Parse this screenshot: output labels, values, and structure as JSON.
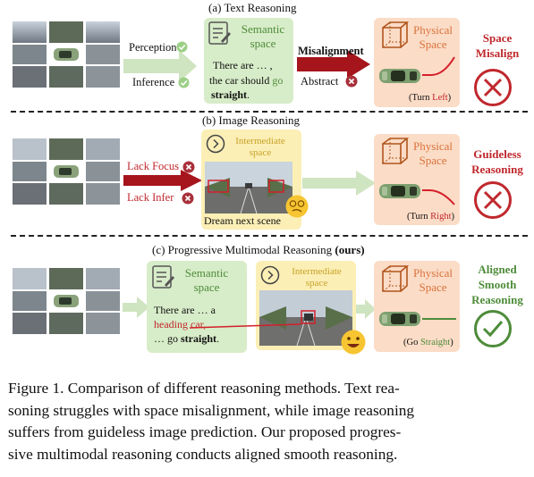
{
  "row_a": {
    "title": "(a) Text Reasoning",
    "perception": "Perception",
    "inference": "Inference",
    "semantic_title_1": "Semantic",
    "semantic_title_2": "space",
    "semantic_text_1": "There are … ,",
    "semantic_text_2a": "the car should ",
    "semantic_text_2b": "go",
    "semantic_text_3": "straight",
    "semantic_text_3b": ".",
    "misalignment": "Misalignment",
    "abstract": "Abstract",
    "physical_title_1": "Physical",
    "physical_title_2": "Space",
    "turn_label_a": "(Turn ",
    "turn_label_b": "Left",
    "turn_label_c": ")",
    "verdict_1": "Space",
    "verdict_2": "Misalign"
  },
  "row_b": {
    "title": "(b) Image Reasoning",
    "lack_focus": "Lack Focus",
    "lack_infer": "Lack Infer",
    "intermediate_1": "Intermediate",
    "intermediate_2": "space",
    "dream": "Dream next scene",
    "physical_title_1": "Physical",
    "physical_title_2": "Space",
    "turn_label_a": "(Turn ",
    "turn_label_b": "Right",
    "turn_label_c": ")",
    "verdict_1": "Guideless",
    "verdict_2": "Reasoning"
  },
  "row_c": {
    "title_a": "(c) Progressive Multimodal Reasoning ",
    "title_b": "(ours)",
    "semantic_title_1": "Semantic",
    "semantic_title_2": "space",
    "text_1": "There are … a",
    "text_2": "heading car,",
    "text_3a": "… go ",
    "text_3b": "straight",
    "text_3c": ".",
    "intermediate_1": "Intermediate",
    "intermediate_2": "space",
    "physical_title_1": "Physical",
    "physical_title_2": "Space",
    "go_a": "(Go ",
    "go_b": "Straight",
    "go_c": ")",
    "verdict_1": "Aligned",
    "verdict_2": "Smooth",
    "verdict_3": "Reasoning"
  },
  "caption": {
    "line_1": "Figure 1.  Comparison of different reasoning methods.  Text rea-",
    "line_2": "soning struggles with space misalignment, while image reasoning",
    "line_3": "suffers from guideless image prediction.  Our proposed progres-",
    "line_4": "sive multimodal reasoning conducts aligned smooth reasoning."
  },
  "colors": {
    "green": "#4e8c3a",
    "red": "#c0282d",
    "orange": "#d9733c",
    "yellow": "#c9a227"
  }
}
